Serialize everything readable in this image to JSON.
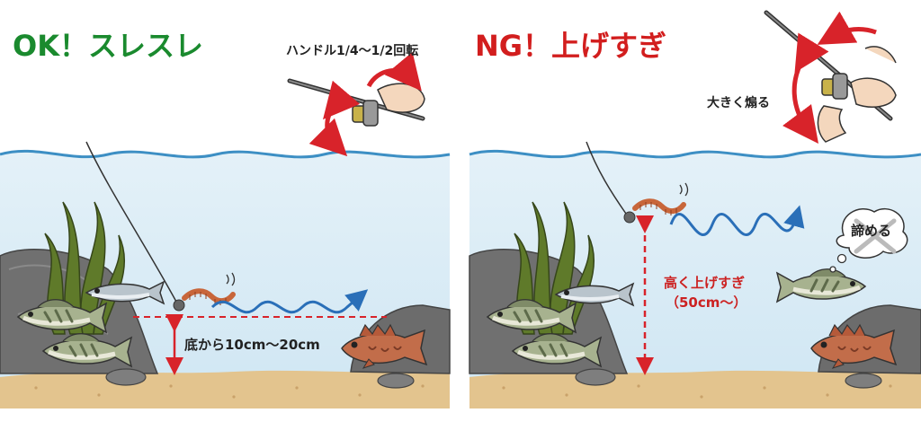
{
  "colors": {
    "ok": "#1a8a2e",
    "ng": "#d21e1e",
    "water": "#d6eaf5",
    "water_line": "#3d8fc4",
    "sand": "#e3c48e",
    "rock": "#6e6e6e",
    "arrow_red": "#d8232a",
    "arrow_blue": "#2a6fb8"
  },
  "panel_ok": {
    "title": "OK！スレスレ",
    "handle_label": "ハンドル1/4〜1/2回転",
    "depth_label": "底から10cm〜20cm"
  },
  "panel_ng": {
    "title": "NG！上げすぎ",
    "jerk_label": "大きく煽る",
    "depth_label_line1": "高く上げすぎ",
    "depth_label_line2": "（50cm〜）",
    "thought_label": "諦める"
  },
  "icons": [
    "fishing-rod-icon",
    "reel-icon",
    "hand-icon",
    "fish-icon",
    "seaweed-icon",
    "rock-icon",
    "worm-icon",
    "sinker-icon",
    "thought-bubble-icon",
    "cross-icon"
  ]
}
